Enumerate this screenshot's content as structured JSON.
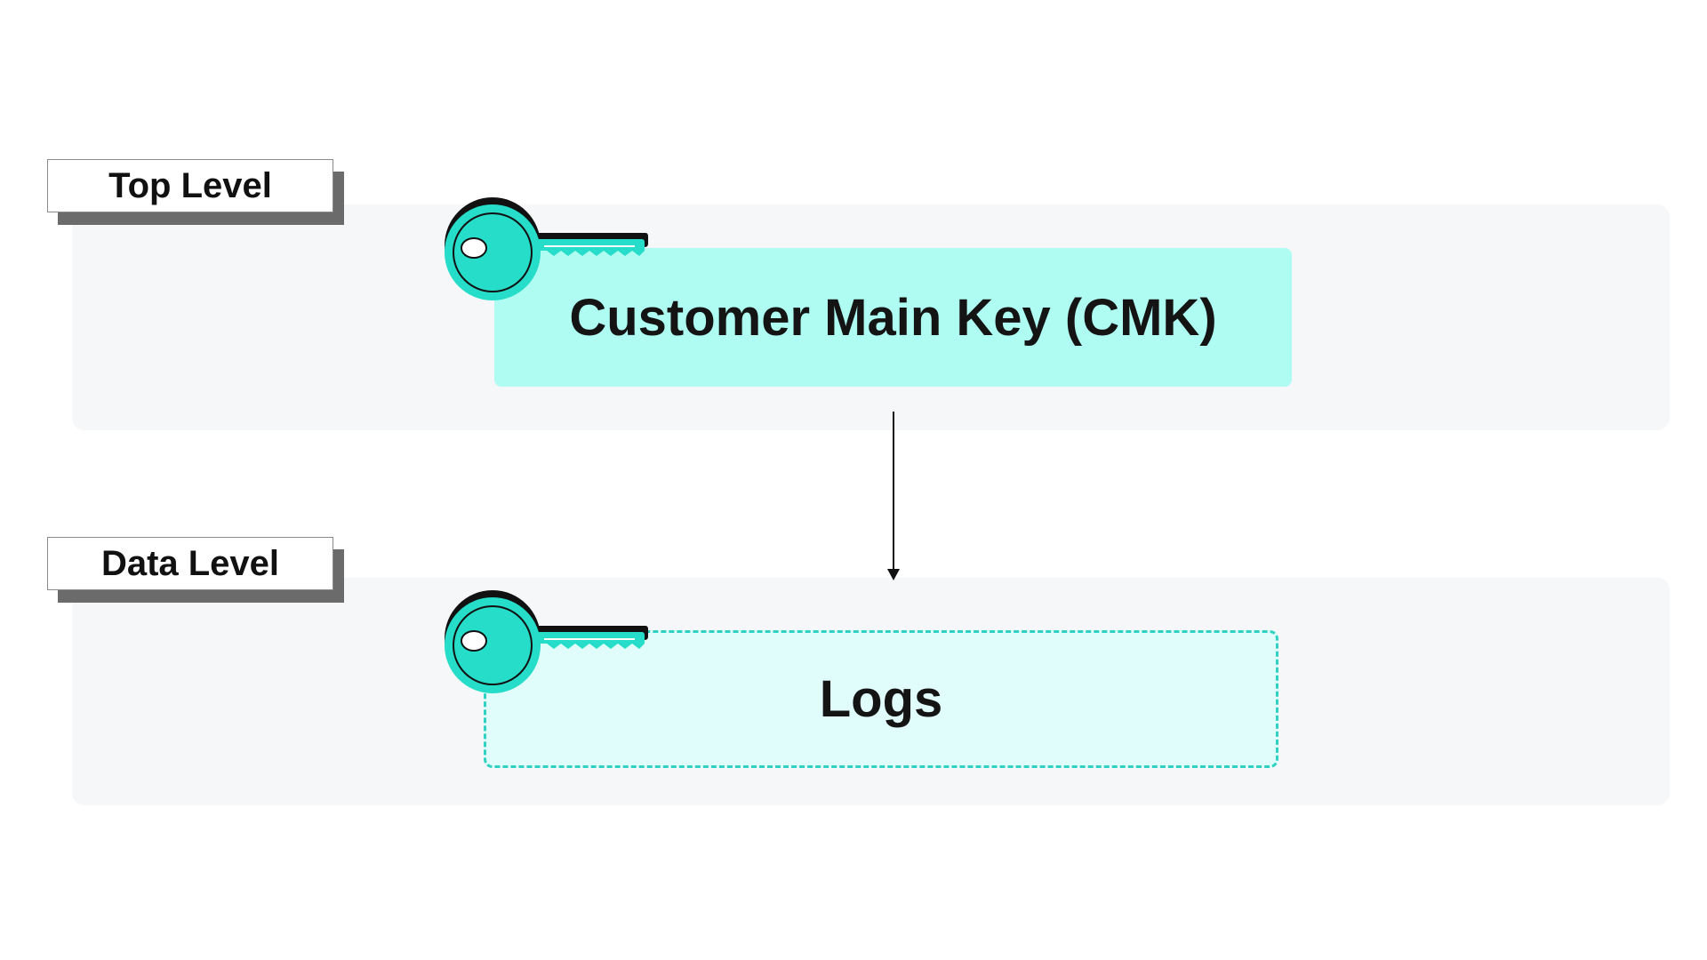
{
  "levels": {
    "top": {
      "label": "Top Level"
    },
    "data": {
      "label": "Data Level"
    }
  },
  "nodes": {
    "cmk": {
      "label": "Customer Main Key (CMK)"
    },
    "logs": {
      "label": "Logs"
    }
  },
  "colors": {
    "panel_background": "#f6f7f9",
    "cmk_fill": "#aefcf2",
    "logs_fill": "#e0fdfc",
    "logs_border": "#2fd2c2",
    "key_teal": "#25ddc8",
    "tag_shadow": "#6b6b6b"
  },
  "icons": {
    "key": "key-icon",
    "arrow": "arrow-down-icon"
  }
}
